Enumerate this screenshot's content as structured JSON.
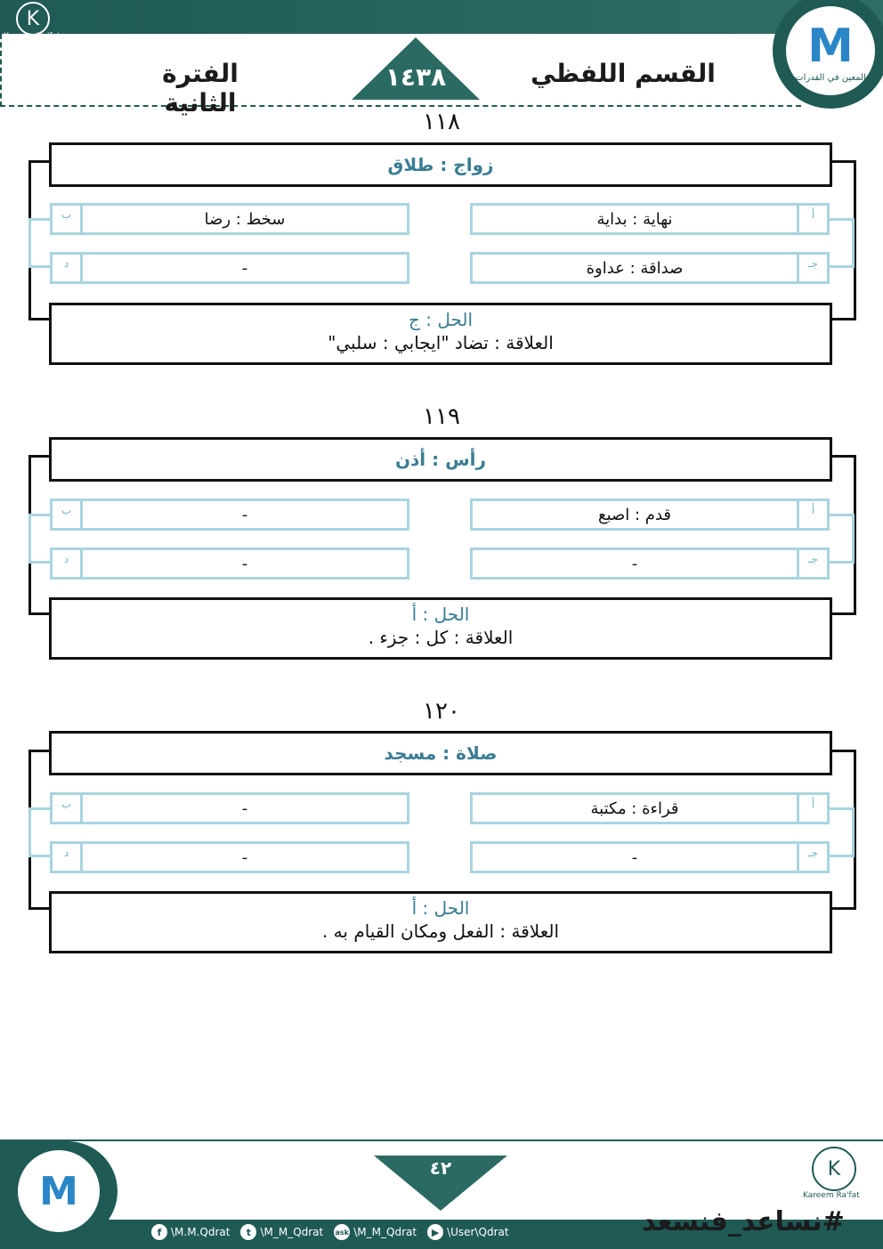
{
  "header": {
    "section_title": "القسم اللفظي",
    "year": "١٤٣٨",
    "period": "الفترة الثانية",
    "brand_name": "Kareem Ra'fat",
    "logo_text": "المعين في القدرات"
  },
  "questions": [
    {
      "number": "١١٨",
      "question": "زواج : طلاق",
      "options": [
        {
          "letter": "أ",
          "text": "نهاية : بداية"
        },
        {
          "letter": "ب",
          "text": "سخط : رضا"
        },
        {
          "letter": "جـ",
          "text": "صداقة : عداوة"
        },
        {
          "letter": "د",
          "text": "-"
        }
      ],
      "solution": "الحل : ج",
      "relation": "العلاقة : تضاد \"ايجابي : سلبي\""
    },
    {
      "number": "١١٩",
      "question": "رأس : أذن",
      "options": [
        {
          "letter": "أ",
          "text": "قدم : اصبع"
        },
        {
          "letter": "ب",
          "text": "-"
        },
        {
          "letter": "جـ",
          "text": "-"
        },
        {
          "letter": "د",
          "text": "-"
        }
      ],
      "solution": "الحل : أ",
      "relation": "العلاقة : كل : جزء ."
    },
    {
      "number": "١٢٠",
      "question": "صلاة : مسجد",
      "options": [
        {
          "letter": "أ",
          "text": "قراءة : مكتبة"
        },
        {
          "letter": "ب",
          "text": "-"
        },
        {
          "letter": "جـ",
          "text": "-"
        },
        {
          "letter": "د",
          "text": "-"
        }
      ],
      "solution": "الحل : أ",
      "relation": "العلاقة : الفعل ومكان القيام به ."
    }
  ],
  "footer": {
    "page_number": "٤٢",
    "hashtag": "#نساعد_فنسعد",
    "social": [
      {
        "icon": "facebook-icon",
        "glyph": "f",
        "handle": "\\M.M.Qdrat"
      },
      {
        "icon": "twitter-icon",
        "glyph": "t",
        "handle": "\\M_M_Qdrat"
      },
      {
        "icon": "ask-icon",
        "glyph": "ask",
        "handle": "\\M_M_Qdrat"
      },
      {
        "icon": "youtube-icon",
        "glyph": "▶",
        "handle": "\\User\\Qdrat"
      }
    ],
    "brand_name": "Kareem Ra'fat"
  },
  "colors": {
    "header_green": "#1f5a55",
    "triangle_green": "#2b6a63",
    "question_blue": "#3a7d92",
    "option_border": "#a9d4e0"
  }
}
